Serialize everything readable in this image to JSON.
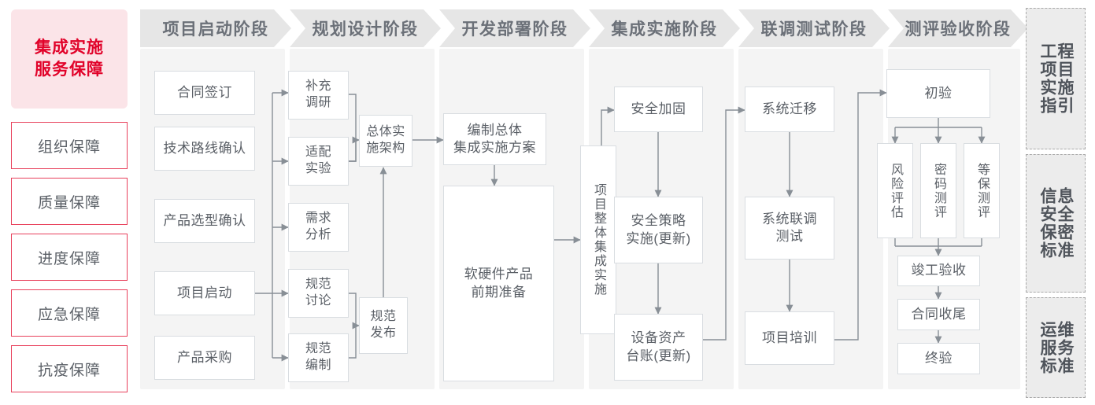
{
  "left_rail": {
    "title": "集成实施\n服务保障",
    "title_line1": "集成实施",
    "title_line2": "服务保障",
    "items": [
      {
        "label": "组织保障"
      },
      {
        "label": "质量保障"
      },
      {
        "label": "进度保障"
      },
      {
        "label": "应急保障"
      },
      {
        "label": "抗疫保障"
      }
    ],
    "accent_color": "#e1032a",
    "background_color": "#fbe4e8",
    "border_color": "#e8415c"
  },
  "phases": [
    {
      "id": "phase-1",
      "header": "项目启动阶段",
      "nodes": [
        {
          "id": "n-contract",
          "label": "合同签订"
        },
        {
          "id": "n-techroute",
          "label": "技术路线确认"
        },
        {
          "id": "n-product-select",
          "label": "产品选型确认"
        },
        {
          "id": "n-kickoff",
          "label": "项目启动"
        },
        {
          "id": "n-procurement",
          "label": "产品采购"
        }
      ]
    },
    {
      "id": "phase-2",
      "header": "规划设计阶段",
      "nodes": [
        {
          "id": "n-survey",
          "label": "补充\n调研",
          "l1": "补充",
          "l2": "调研"
        },
        {
          "id": "n-adapt",
          "label": "适配\n实验",
          "l1": "适配",
          "l2": "实验"
        },
        {
          "id": "n-require",
          "label": "需求\n分析",
          "l1": "需求",
          "l2": "分析"
        },
        {
          "id": "n-spec-discuss",
          "label": "规范\n讨论",
          "l1": "规范",
          "l2": "讨论"
        },
        {
          "id": "n-spec-write",
          "label": "规范\n编制",
          "l1": "规范",
          "l2": "编制"
        },
        {
          "id": "n-arch",
          "label": "总体实\n施架构",
          "l1": "总体实",
          "l2": "施架构"
        },
        {
          "id": "n-spec-pub",
          "label": "规范\n发布",
          "l1": "规范",
          "l2": "发布"
        }
      ]
    },
    {
      "id": "phase-3",
      "header": "开发部署阶段",
      "nodes": [
        {
          "id": "n-plan-doc",
          "label": "编制总体\n集成实施方案",
          "l1": "编制总体",
          "l2": "集成实施方案"
        },
        {
          "id": "n-hw-sw-prep",
          "label": "软硬件产品\n前期准备",
          "l1": "软硬件产品",
          "l2": "前期准备"
        }
      ]
    },
    {
      "id": "phase-4",
      "header": "集成实施阶段",
      "nodes": [
        {
          "id": "n-overall-integration",
          "label": "项目整体集成实施"
        },
        {
          "id": "n-sec-harden",
          "label": "安全加固"
        },
        {
          "id": "n-sec-policy",
          "label": "安全策略\n实施(更新)",
          "l1": "安全策略",
          "l2": "实施(更新)"
        },
        {
          "id": "n-asset-ledger",
          "label": "设备资产\n台账(更新)",
          "l1": "设备资产",
          "l2": "台账(更新)"
        }
      ]
    },
    {
      "id": "phase-5",
      "header": "联调测试阶段",
      "nodes": [
        {
          "id": "n-sys-migrate",
          "label": "系统迁移"
        },
        {
          "id": "n-sys-joint-test",
          "label": "系统联调\n测试",
          "l1": "系统联调",
          "l2": "测试"
        },
        {
          "id": "n-training",
          "label": "项目培训"
        }
      ]
    },
    {
      "id": "phase-6",
      "header": "测评验收阶段",
      "nodes": [
        {
          "id": "n-initial-accept",
          "label": "初验"
        },
        {
          "id": "n-risk-assess",
          "label": "风险评估"
        },
        {
          "id": "n-crypto-eval",
          "label": "密码测评"
        },
        {
          "id": "n-mlps-eval",
          "label": "等保测评"
        },
        {
          "id": "n-completion-accept",
          "label": "竣工验收"
        },
        {
          "id": "n-contract-close",
          "label": "合同收尾"
        },
        {
          "id": "n-final-accept",
          "label": "终验"
        }
      ]
    }
  ],
  "right_rail": {
    "items": [
      {
        "id": "rr-1",
        "label": "工程项目实施指引",
        "col_right": "程目施引",
        "col_left": "工项实指"
      },
      {
        "id": "rr-2",
        "label": "信息安全保密标准",
        "col_right": "息全密准",
        "col_left": "信安保标"
      },
      {
        "id": "rr-3",
        "label": "运维服务标准",
        "col_right": "维务准",
        "col_left": "运服标"
      }
    ]
  },
  "style": {
    "node_border": "#d9dde1",
    "node_text": "#5a5f66",
    "column_bg": "#f4f4f4",
    "header_bg": "#e6e6e6",
    "header_text": "#6b7078",
    "wire_color": "#888f96"
  }
}
